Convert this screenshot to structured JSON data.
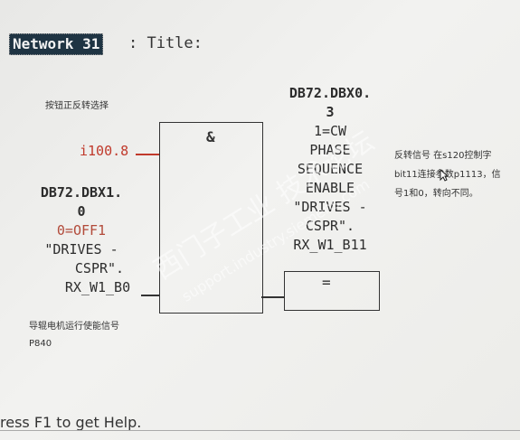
{
  "network": {
    "label": "Network 31",
    "title": ": Title:"
  },
  "comments": {
    "top": "按钮正反转选择",
    "left": "导辊电机运行使能信号 P840",
    "right": "反转信号 在s120控制字bit11连接参数p1113，信号1和0，转向不同。"
  },
  "and_block": {
    "symbol": "&",
    "input1": "i100.8",
    "input2_lines": [
      "DB72.DBX1.",
      "0",
      "0=OFF1",
      "\"DRIVES -",
      "CSPR\".",
      "RX_W1_B0"
    ],
    "output_lines": [
      "DB72.DBX0.",
      "3",
      "1=CW",
      "PHASE",
      "SEQUENCE",
      "ENABLE",
      "\"DRIVES -",
      "CSPR\".",
      "RX_W1_B11"
    ]
  },
  "coil": {
    "symbol": "="
  },
  "status_bar": {
    "help": "ress F1 to get Help."
  },
  "watermark": {
    "line1": "西门子工业 技术论坛",
    "line2": "support.industry.siemens.com"
  }
}
